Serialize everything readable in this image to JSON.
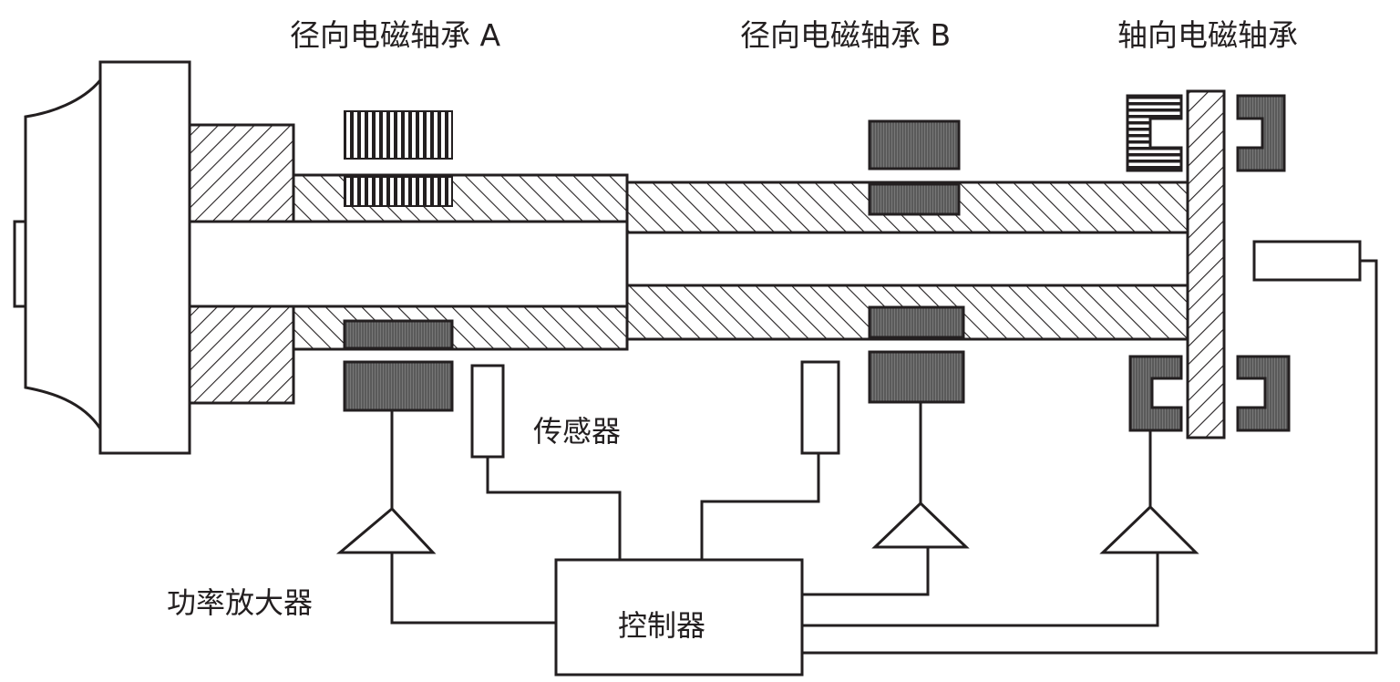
{
  "labels": {
    "radial_a": "径向电磁轴承 A",
    "radial_b": "径向电磁轴承 B",
    "axial": "轴向电磁轴承",
    "sensor": "传感器",
    "amplifier": "功率放大器",
    "controller": "控制器"
  },
  "colors": {
    "line": "#231f20",
    "coil_fill": "#5a5a5a",
    "background": "#ffffff"
  }
}
